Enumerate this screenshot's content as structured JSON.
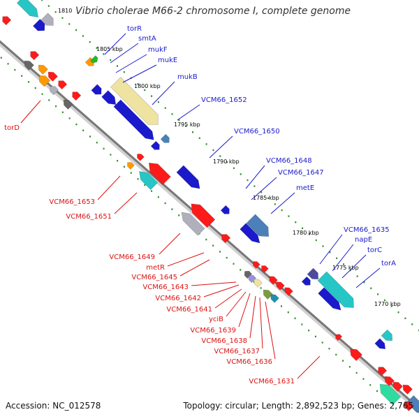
{
  "title": "Vibrio cholerae M66-2 chromosome I, complete genome",
  "footer": {
    "accession": "Accession: NC_012578",
    "summary": "Topology: circular; Length: 2,892,523 bp; Genes: 2,765"
  },
  "colors": {
    "backbone": "#777777",
    "forward_label": "#1a1acc",
    "reverse_label": "#dd1111",
    "tick_dot": "#2e8b2e"
  },
  "ticks": [
    "1810",
    "1805 kbp",
    "1800 kbp",
    "1795 kbp",
    "1790 kbp",
    "1785 kbp",
    "1780 kbp",
    "1775 kbp",
    "1770 kbp"
  ],
  "forward_labels": [
    "torR",
    "smtA",
    "mukF",
    "mukE",
    "mukB",
    "VCM66_1652",
    "VCM66_1650",
    "VCM66_1648",
    "VCM66_1647",
    "metE",
    "VCM66_1635",
    "napE",
    "torC",
    "torA"
  ],
  "reverse_labels": [
    "torD",
    "VCM66_1653",
    "VCM66_1651",
    "VCM66_1649",
    "metR",
    "VCM66_1645",
    "VCM66_1643",
    "VCM66_1642",
    "VCM66_1641",
    "yciB",
    "VCM66_1639",
    "VCM66_1638",
    "VCM66_1637",
    "VCM66_1636",
    "VCM66_1631"
  ]
}
